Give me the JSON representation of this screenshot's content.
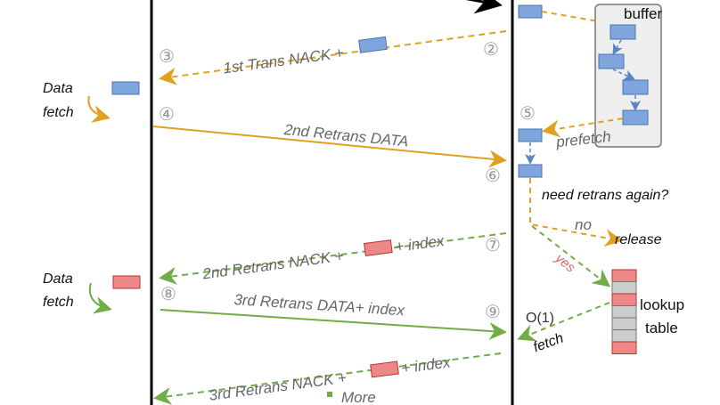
{
  "colors": {
    "orange": "#e0a020",
    "green": "#70ad47",
    "blue": "#7fa6dc",
    "red": "#e06666",
    "gray": "#bbbbbb"
  },
  "steps": [
    "②",
    "③",
    "④",
    "⑤",
    "⑥",
    "⑦",
    "⑧",
    "⑨"
  ],
  "left": {
    "data_fetch_1": [
      "Data",
      "fetch"
    ],
    "data_fetch_2": [
      "Data",
      "fetch"
    ]
  },
  "messages": {
    "nack1": "1st Trans NACK +",
    "data2": "2nd Retrans DATA",
    "nack2_pre": "2nd Retrans NACK +",
    "nack2_post": "+ index",
    "data3": "3rd Retrans DATA+ index",
    "nack3_pre": "3rd Retrans NACK +",
    "nack3_post": "+ index",
    "more": "More"
  },
  "right": {
    "buffer": "buffer",
    "prefetch": "prefetch",
    "need_retrans": "need retrans again?",
    "no": "no",
    "release": "release",
    "yes": "yes",
    "o1": "O(1)",
    "fetch": "fetch",
    "lookup": "lookup",
    "table": "table"
  }
}
